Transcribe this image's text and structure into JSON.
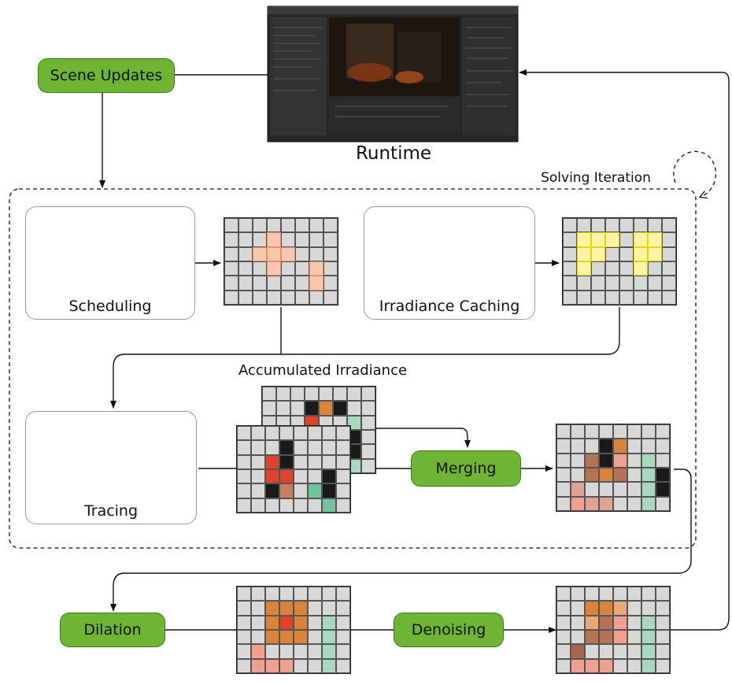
{
  "runtime": {
    "label": "Runtime"
  },
  "loop": {
    "label": "Solving Iteration"
  },
  "nodes": {
    "scene_updates": "Scene Updates",
    "merging": "Merging",
    "dilation": "Dilation",
    "denoising": "Denoising"
  },
  "panels": {
    "scheduling": "Scheduling",
    "irradiance_caching": "Irradiance Caching",
    "tracing": "Tracing"
  },
  "accumulated": {
    "label": "Accumulated Irradiance"
  },
  "colors": {
    "node_fill": "#6fb534",
    "cell": "#d8d8d8",
    "ray_orange": "#f05a28",
    "ray_yellow": "#f3e600",
    "black": "#1a1a1a",
    "green": "#a8d8bf"
  },
  "grids": {
    "scheduling": [
      "........",
      "...O....",
      "..OOO...",
      "...O..O.",
      "......O.",
      "........"
    ],
    "irradiance_caching": [
      "........",
      ".YYY.YY.",
      ".YY..YY.",
      ".Y...Y..",
      "........",
      "........"
    ],
    "accum_back": [
      "........",
      "...KTK..",
      "...R..g.",
      "......K.",
      "......K.",
      "......g."
    ],
    "accum_front": [
      "........",
      "...K....",
      "..RK....",
      "..RR..K.",
      "..KS.GK.",
      "......G."
    ],
    "merged": [
      "........",
      "...KT...",
      "..bKp.g.",
      "..bTb.gK",
      ".s....gK",
      ".pss..g."
    ],
    "dilated": [
      "........",
      "..TTT...",
      "..TRT.g.",
      "..TTT.g.",
      ".p....g.",
      ".ppp..g."
    ],
    "denoised": [
      "........",
      "..TTt...",
      "..tbp.g.",
      "..bbp.g.",
      ".m....g.",
      ".ppp..g."
    ]
  }
}
